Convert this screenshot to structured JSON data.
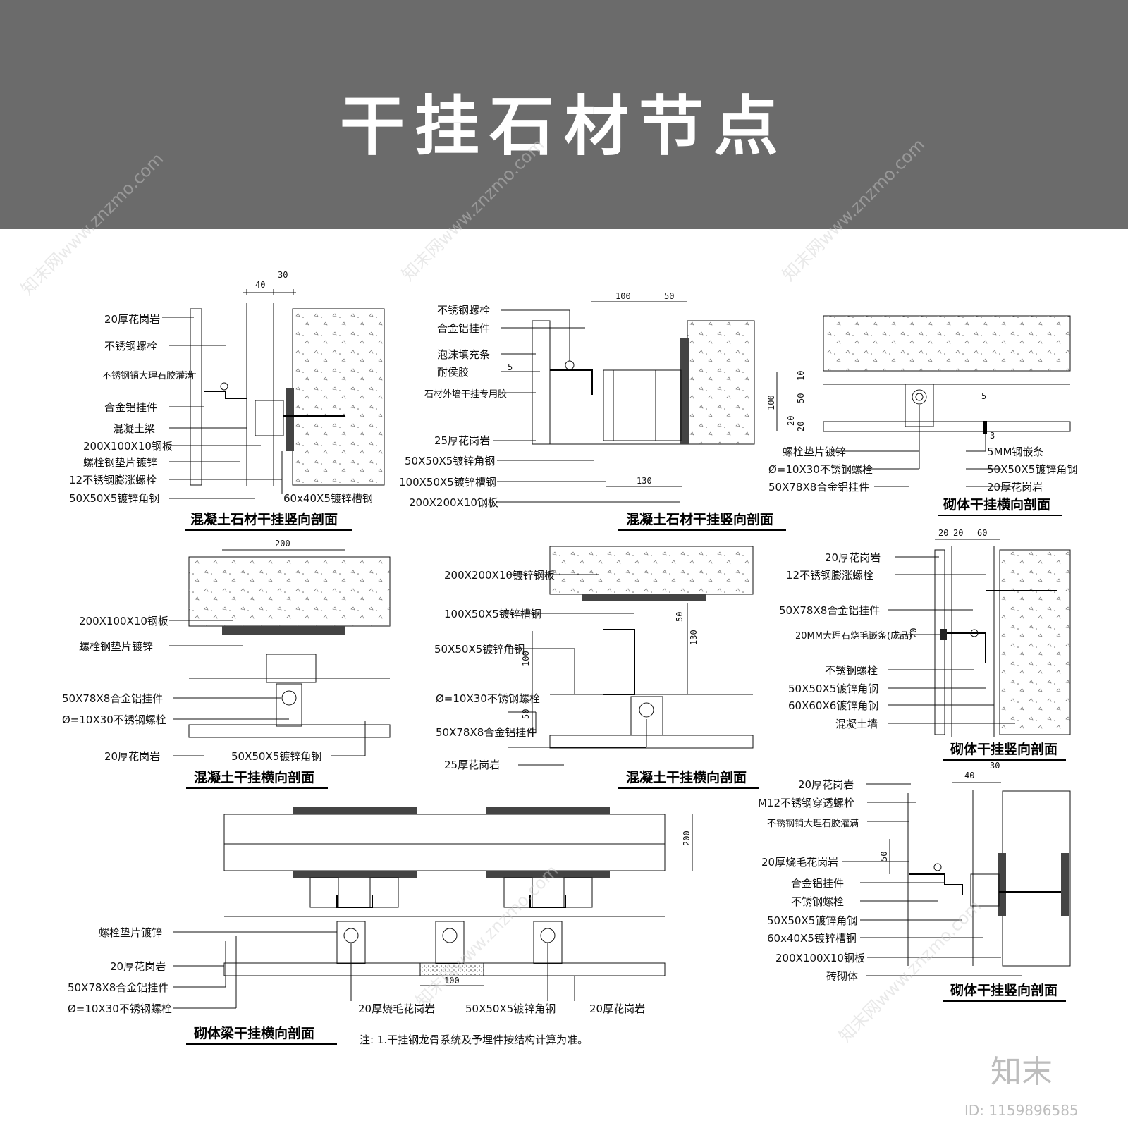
{
  "title": "干挂石材节点",
  "watermark": "知末网www.znzmo.com",
  "logo": "知末",
  "id_text": "ID: 1159896585",
  "note": "注:  1.干挂钢龙骨系统及予埋件按结构计算为准。",
  "details": [
    {
      "title": "混凝土石材干挂竖向剖面",
      "dims": [
        "40",
        "30"
      ],
      "labels": [
        "20厚花岗岩",
        "不锈钢螺栓",
        "不锈钢销大理石胶灌满",
        "合金铝挂件",
        "混凝土梁",
        "200X100X10钢板",
        "螺栓钢垫片镀锌",
        "12不锈钢膨涨螺栓",
        "50X50X5镀锌角钢",
        "60x40X5镀锌槽钢"
      ]
    },
    {
      "title": "混凝土石材干挂竖向剖面",
      "dims": [
        "100",
        "50",
        "5",
        "130"
      ],
      "labels": [
        "不锈钢螺栓",
        "合金铝挂件",
        "泡沫填充条",
        "耐侯胶",
        "石材外墙干挂专用胶",
        "25厚花岗岩",
        "50X50X5镀锌角钢",
        "100X50X5镀锌槽钢",
        "200X200X10钢板"
      ]
    },
    {
      "title": "砌体干挂横向剖面",
      "dims": [
        "100",
        "10",
        "50",
        "20",
        "20",
        "5",
        "3"
      ],
      "labels": [
        "螺栓垫片镀锌",
        "Ø=10X30不锈钢螺栓",
        "50X78X8合金铝挂件",
        "5MM钢嵌条",
        "50X50X5镀锌角钢",
        "20厚花岗岩"
      ]
    },
    {
      "title": "混凝土干挂横向剖面",
      "dims": [
        "200"
      ],
      "labels": [
        "200X100X10钢板",
        "螺栓钢垫片镀锌",
        "50X78X8合金铝挂件",
        "Ø=10X30不锈钢螺栓",
        "20厚花岗岩",
        "50X50X5镀锌角钢"
      ]
    },
    {
      "title": "混凝土干挂横向剖面",
      "dims": [
        "50",
        "130",
        "100",
        "50"
      ],
      "labels": [
        "200X200X10镀锌钢板",
        "100X50X5镀锌槽钢",
        "50X50X5镀锌角钢",
        "Ø=10X30不锈钢螺栓",
        "50X78X8合金铝挂件",
        "25厚花岗岩"
      ]
    },
    {
      "title": "砌体干挂竖向剖面",
      "dims": [
        "20",
        "20",
        "60",
        "20"
      ],
      "labels": [
        "20厚花岗岩",
        "12不锈钢膨涨螺栓",
        "50X78X8合金铝挂件",
        "20MM大理石烧毛嵌条(成品)",
        "不锈钢螺栓",
        "50X50X5镀锌角钢",
        "60X60X6镀锌角钢",
        "混凝土墙"
      ]
    },
    {
      "title": "砌体梁干挂横向剖面",
      "dims": [
        "200",
        "100"
      ],
      "labels": [
        "螺栓垫片镀锌",
        "20厚花岗岩",
        "50X78X8合金铝挂件",
        "Ø=10X30不锈钢螺栓",
        "20厚烧毛花岗岩",
        "50X50X5镀锌角钢",
        "20厚花岗岩"
      ]
    },
    {
      "title": "砌体干挂竖向剖面",
      "dims": [
        "40",
        "30",
        "50"
      ],
      "labels": [
        "20厚花岗岩",
        "M12不锈钢穿透螺栓",
        "不锈钢销大理石胶灌满",
        "20厚烧毛花岗岩",
        "合金铝挂件",
        "不锈钢螺栓",
        "50X50X5镀锌角钢",
        "60x40X5镀锌槽钢",
        "200X100X10钢板",
        "砖砌体"
      ]
    }
  ]
}
